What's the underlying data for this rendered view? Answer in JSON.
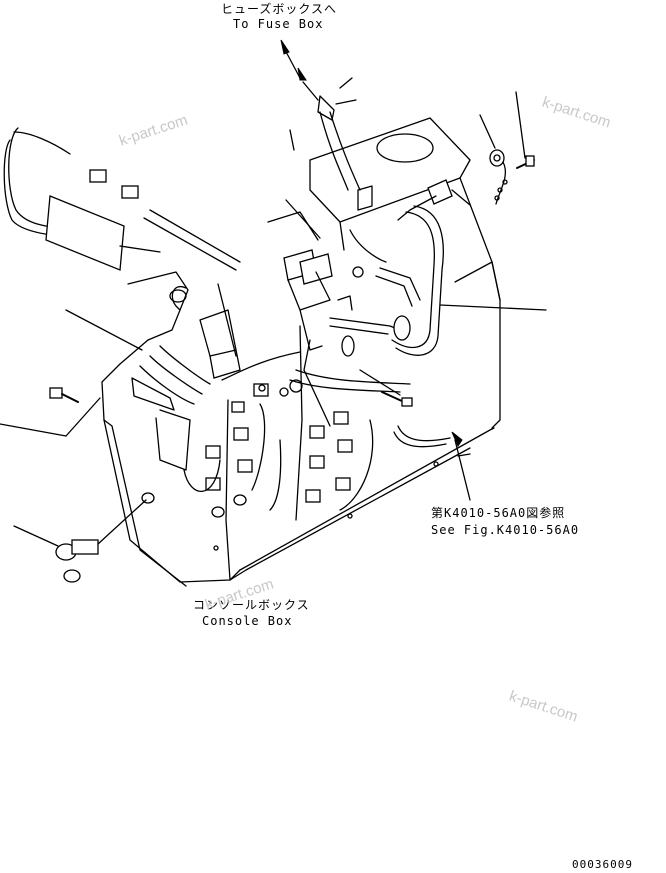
{
  "labels": {
    "fuse_box_jp": "ヒューズボックスへ",
    "fuse_box_en": "To Fuse Box",
    "console_box_jp": "コンソールボックス",
    "console_box_en": "Console Box",
    "see_fig_jp": "第K4010-56A0図参照",
    "see_fig_en": "See Fig.K4010-56A0"
  },
  "watermarks": [
    "k-part.com",
    "k-part.com",
    "k-part.com",
    "k-part.com"
  ],
  "drawing_number": "00036009"
}
